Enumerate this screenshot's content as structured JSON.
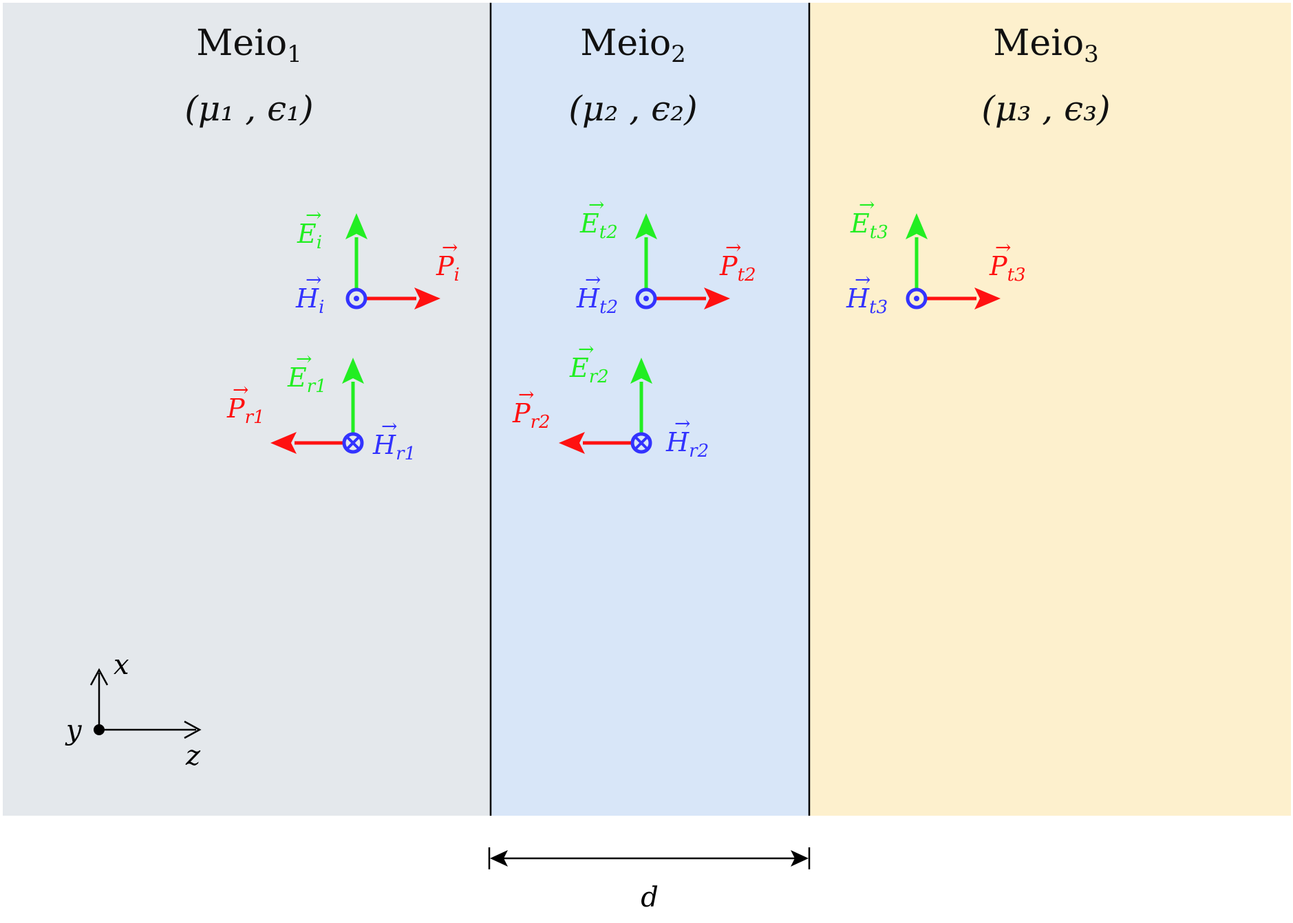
{
  "colors": {
    "medium1": "#e4e8ec",
    "medium2": "#d8e6f8",
    "medium3": "#fdf0cd",
    "electric": "#22ee22",
    "magnetic": "#3333ff",
    "poynting": "#ff1111",
    "line": "#000000"
  },
  "media": [
    {
      "name": "Meio",
      "sub": "1",
      "params": "(μ₁ , ϵ₁)"
    },
    {
      "name": "Meio",
      "sub": "2",
      "params": "(μ₂ , ϵ₂)"
    },
    {
      "name": "Meio",
      "sub": "3",
      "params": "(μ₃ , ϵ₃)"
    }
  ],
  "vectors": {
    "E_i": {
      "base": "E",
      "sub": "i"
    },
    "H_i": {
      "base": "H",
      "sub": "i"
    },
    "P_i": {
      "base": "P",
      "sub": "i"
    },
    "E_r1": {
      "base": "E",
      "sub": "r1"
    },
    "H_r1": {
      "base": "H",
      "sub": "r1"
    },
    "P_r1": {
      "base": "P",
      "sub": "r1"
    },
    "E_t2": {
      "base": "E",
      "sub": "t2"
    },
    "H_t2": {
      "base": "H",
      "sub": "t2"
    },
    "P_t2": {
      "base": "P",
      "sub": "t2"
    },
    "E_r2": {
      "base": "E",
      "sub": "r2"
    },
    "H_r2": {
      "base": "H",
      "sub": "r2"
    },
    "P_r2": {
      "base": "P",
      "sub": "r2"
    },
    "E_t3": {
      "base": "E",
      "sub": "t3"
    },
    "H_t3": {
      "base": "H",
      "sub": "t3"
    },
    "P_t3": {
      "base": "P",
      "sub": "t3"
    }
  },
  "axes": {
    "x": "x",
    "y": "y",
    "z": "z"
  },
  "thickness_label": "d"
}
